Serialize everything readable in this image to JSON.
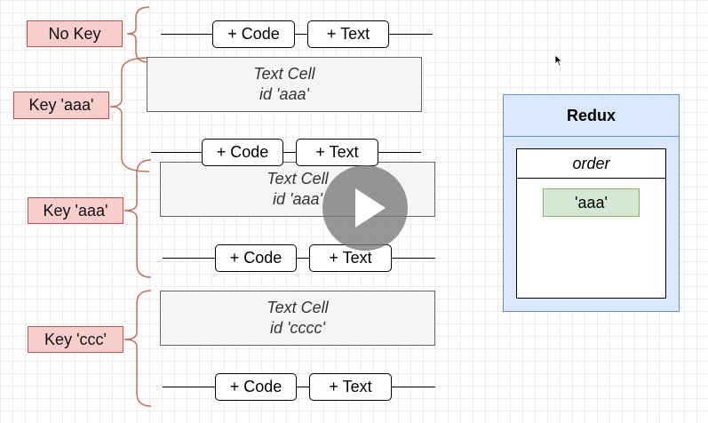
{
  "key_labels": {
    "no_key": "No Key",
    "key_aaa_1": "Key 'aaa'",
    "key_aaa_2": "Key 'aaa'",
    "key_ccc": "Key 'ccc'"
  },
  "buttons": {
    "code": "+ Code",
    "text": "+ Text"
  },
  "cells": [
    {
      "title": "Text Cell",
      "id": "id 'aaa'"
    },
    {
      "title": "Text Cell",
      "id": "id 'aaa'"
    },
    {
      "title": "Text Cell",
      "id": "id 'cccc'"
    }
  ],
  "redux": {
    "title": "Redux",
    "order_title": "order",
    "order_items": [
      "'aaa'"
    ]
  },
  "colors": {
    "key_fill": "#f8cecc",
    "key_border": "#b85450",
    "brace": "#c0715a",
    "redux_fill": "#dae8fc",
    "redux_border": "#6c8ebf",
    "item_fill": "#d5e8d4",
    "item_border": "#82b366",
    "cell_fill": "#f5f5f5"
  },
  "icons": [
    "play-icon",
    "mouse-cursor-icon"
  ]
}
